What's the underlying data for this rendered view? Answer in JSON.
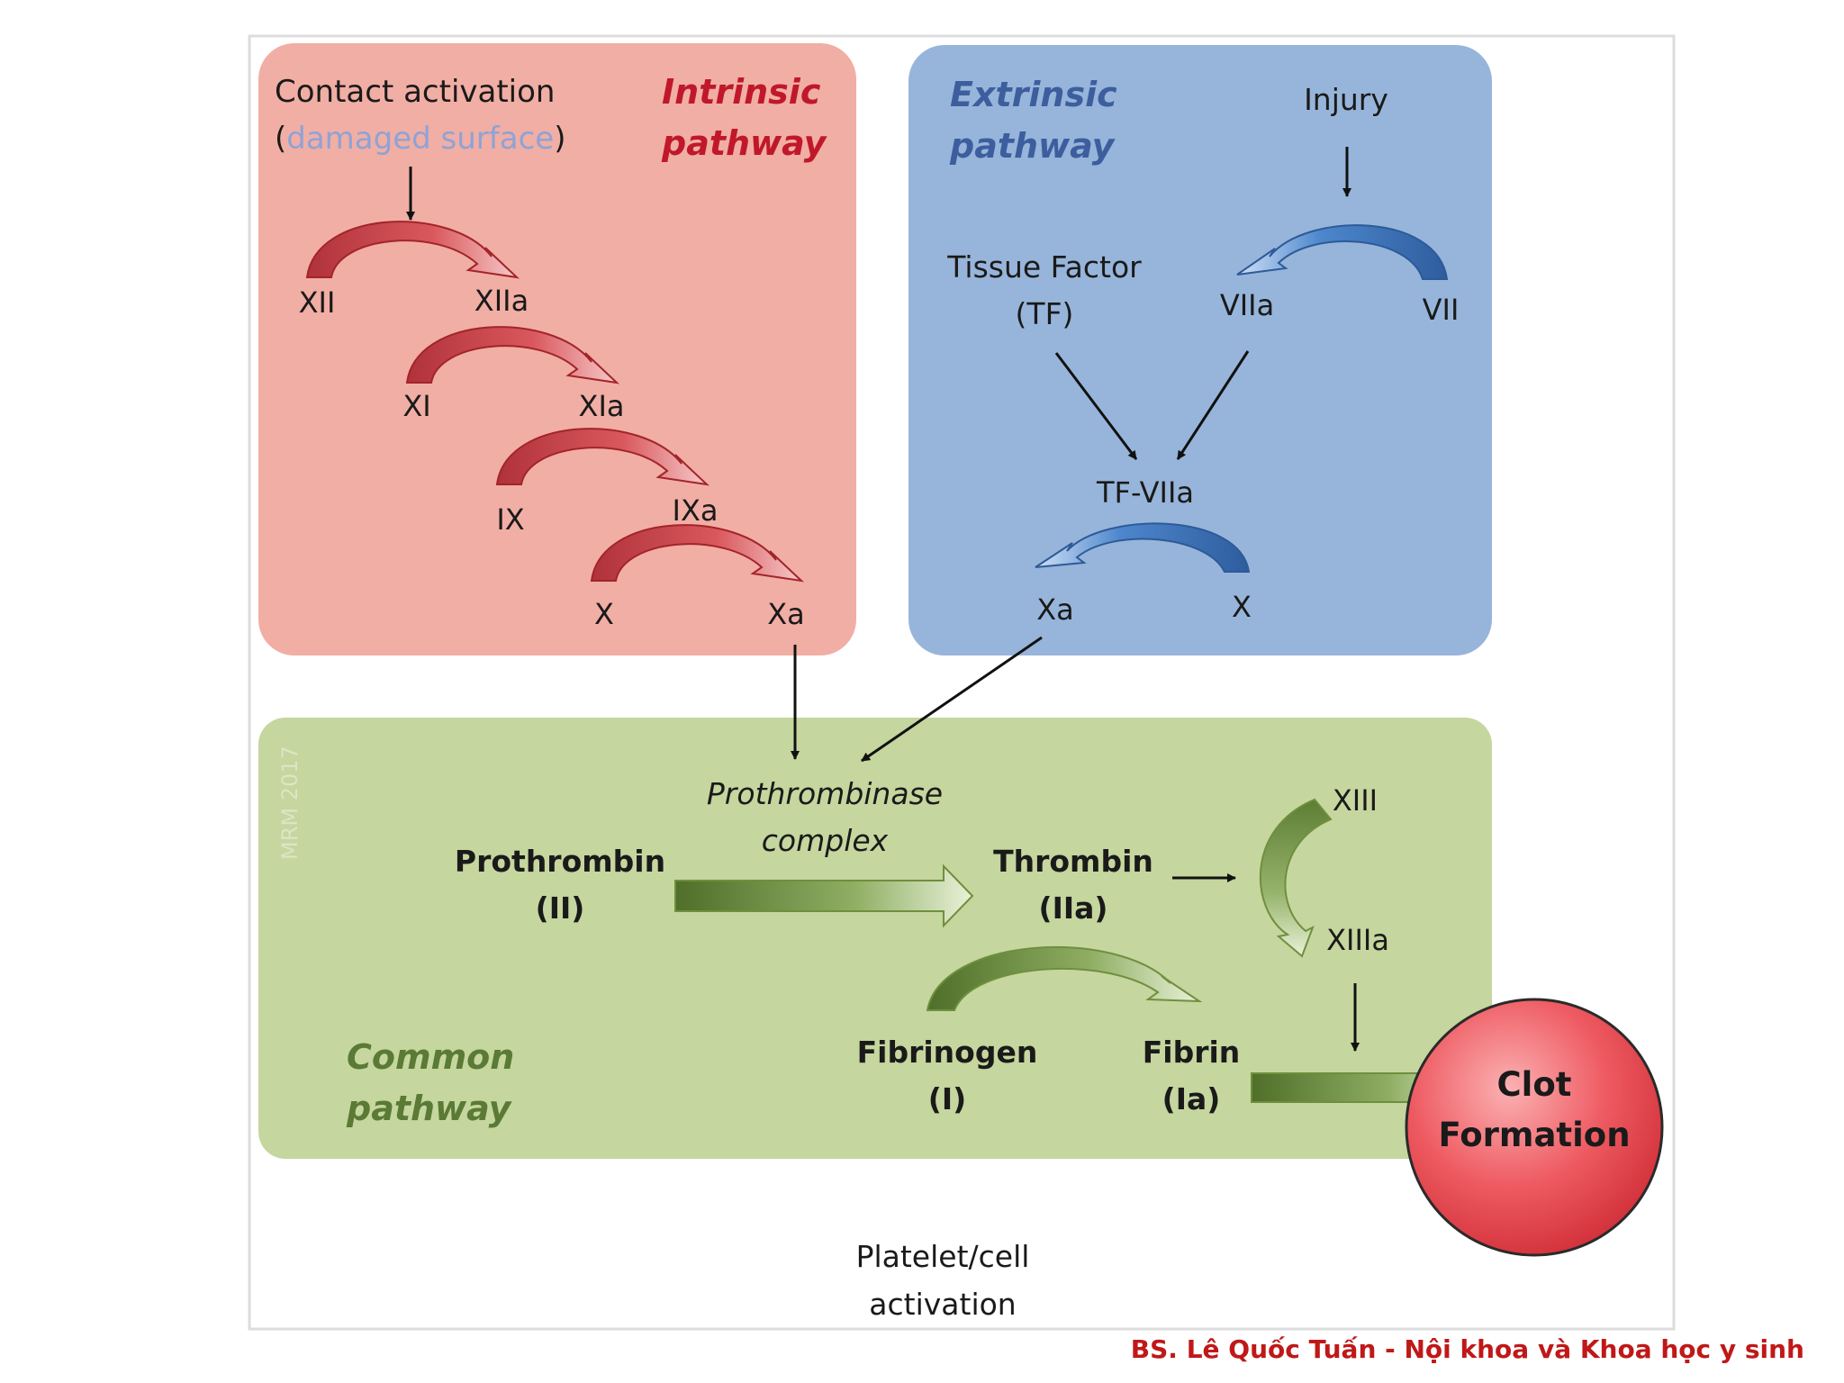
{
  "intrinsic": {
    "title_line1": "Intrinsic",
    "title_line2": "pathway",
    "contact_line1": "Contact activation",
    "contact_line2_open": "(",
    "contact_line2_blue": "damaged surface",
    "contact_line2_close": ")",
    "steps": [
      {
        "from": "XII",
        "to": "XIIa"
      },
      {
        "from": "XI",
        "to": "XIa"
      },
      {
        "from": "IX",
        "to": "IXa"
      },
      {
        "from": "X",
        "to": "Xa"
      }
    ]
  },
  "extrinsic": {
    "title_line1": "Extrinsic",
    "title_line2": "pathway",
    "injury": "Injury",
    "tf_line1": "Tissue Factor",
    "tf_line2": "(TF)",
    "viia": "VIIa",
    "vii": "VII",
    "tf_viia": "TF-VIIa",
    "xa": "Xa",
    "x": "X"
  },
  "common": {
    "title_line1": "Common",
    "title_line2": "pathway",
    "watermark": "MRM 2017",
    "prothrombinase_line1": "Prothrombinase",
    "prothrombinase_line2": "complex",
    "prothrombin_line1": "Prothrombin",
    "prothrombin_line2": "(II)",
    "thrombin_line1": "Thrombin",
    "thrombin_line2": "(IIa)",
    "xiii": "XIII",
    "xiiia": "XIIIa",
    "fibrinogen_line1": "Fibrinogen",
    "fibrinogen_line2": "(I)",
    "fibrin_line1": "Fibrin",
    "fibrin_line2": "(Ia)"
  },
  "clot": {
    "line1": "Clot",
    "line2": "Formation"
  },
  "platelet": {
    "line1": "Platelet/cell",
    "line2": "activation"
  },
  "footer": "BS. Lê Quốc Tuấn - Nội khoa và Khoa học y sinh",
  "colors": {
    "intrinsic_bg": "#f1aea4",
    "intrinsic_arrow": "#c1272d",
    "intrinsic_title": "#c0182a",
    "extrinsic_bg": "#97b5da",
    "extrinsic_arrow": "#4a7fc4",
    "extrinsic_title": "#3d5e9e",
    "common_bg": "#c5d69e",
    "common_arrow": "#6f8f3d",
    "common_title": "#5a7a35",
    "clot_fill": "#e8464e",
    "damaged_surface": "#8ea3d6",
    "footer": "#c01818"
  }
}
